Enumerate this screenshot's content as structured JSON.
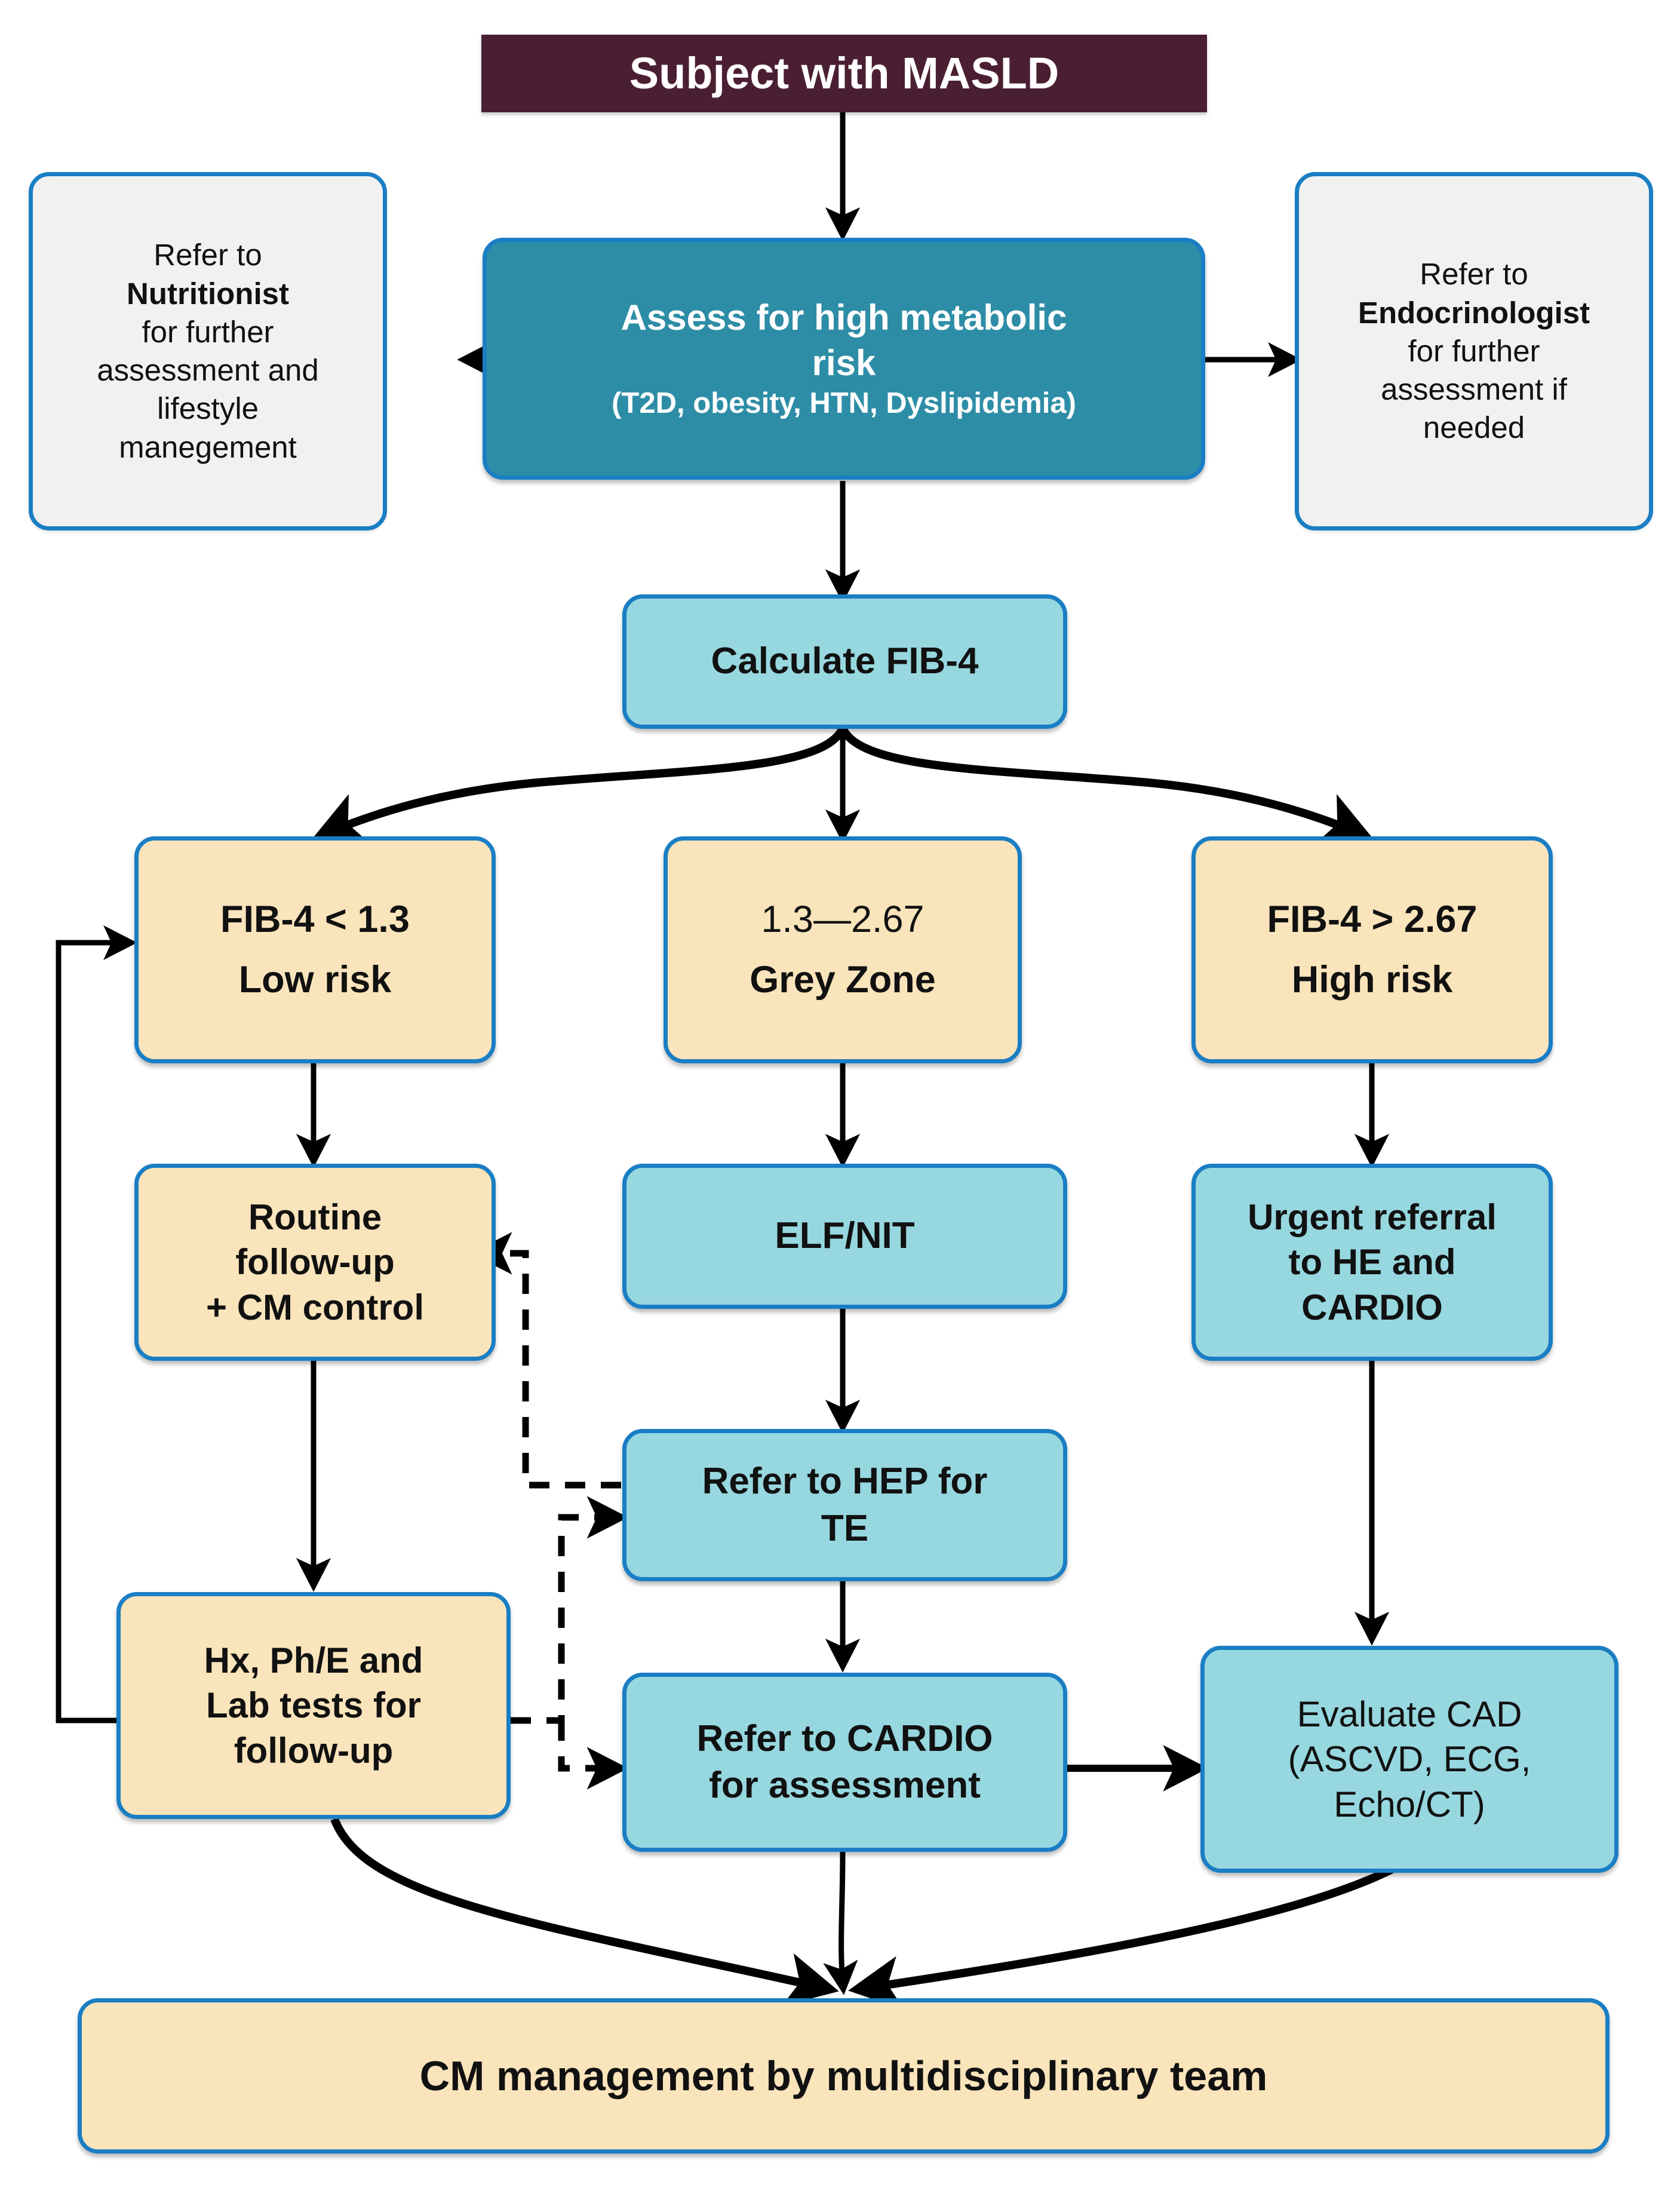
{
  "diagram": {
    "type": "clinical-pathway-flowchart",
    "colors": {
      "title_fill": "#4b1f33",
      "teal_dark_fill": "#2e8da6",
      "teal_light_fill": "#97d7df",
      "cream_fill": "#fae4bb",
      "plain_fill": "#f1f1f1",
      "border_blue": "#1a7ec4",
      "edge_black": "#000000",
      "text_dark": "#111111",
      "text_light": "#ffffff"
    },
    "nodes": {
      "title": {
        "label": "Subject with MASLD"
      },
      "nutritionist": {
        "line1": "Refer to",
        "line2": "Nutritionist",
        "line3": "for further",
        "line4": "assessment and",
        "line5": "lifestyle",
        "line6": "manegement"
      },
      "assess": {
        "line1": "Assess for high metabolic",
        "line2": "risk",
        "line3": "(T2D, obesity, HTN, Dyslipidemia)"
      },
      "endocrinologist": {
        "line1": "Refer to",
        "line2": "Endocrinologist",
        "line3": "for further",
        "line4": "assessment if",
        "line5": "needed"
      },
      "calculate_fib4": {
        "label": "Calculate FIB-4"
      },
      "fib4_low": {
        "line1": "FIB-4 < 1.3",
        "line2": "Low risk"
      },
      "fib4_grey": {
        "line1": "1.3—2.67",
        "line2": "Grey Zone"
      },
      "fib4_high": {
        "line1": "FIB-4 > 2.67",
        "line2": "High risk"
      },
      "routine_followup": {
        "line1": "Routine",
        "line2": "follow-up",
        "line3": "+ CM control"
      },
      "elf_nit": {
        "label": "ELF/NIT"
      },
      "urgent_referral": {
        "line1": "Urgent referral",
        "line2": "to HE and",
        "line3": "CARDIO"
      },
      "hx_lab": {
        "line1": "Hx, Ph/E and",
        "line2": "Lab tests for",
        "line3": "follow-up"
      },
      "refer_hep": {
        "line1": "Refer to HEP for",
        "line2": "TE"
      },
      "refer_cardio": {
        "line1": "Refer to CARDIO",
        "line2": "for assessment"
      },
      "evaluate_cad": {
        "line1": "Evaluate CAD",
        "line2": "(ASCVD, ECG,",
        "line3": "Echo/CT)"
      },
      "cm_management": {
        "label": "CM management by multidisciplinary team"
      }
    },
    "edges": [
      {
        "from": "title",
        "to": "assess",
        "style": "solid"
      },
      {
        "from": "assess",
        "to": "nutritionist",
        "style": "solid"
      },
      {
        "from": "assess",
        "to": "endocrinologist",
        "style": "solid"
      },
      {
        "from": "assess",
        "to": "calculate_fib4",
        "style": "solid"
      },
      {
        "from": "calculate_fib4",
        "to": "fib4_low",
        "style": "solid-curved"
      },
      {
        "from": "calculate_fib4",
        "to": "fib4_grey",
        "style": "solid"
      },
      {
        "from": "calculate_fib4",
        "to": "fib4_high",
        "style": "solid-curved"
      },
      {
        "from": "fib4_low",
        "to": "routine_followup",
        "style": "solid"
      },
      {
        "from": "fib4_grey",
        "to": "elf_nit",
        "style": "solid"
      },
      {
        "from": "fib4_high",
        "to": "urgent_referral",
        "style": "solid"
      },
      {
        "from": "routine_followup",
        "to": "hx_lab",
        "style": "solid"
      },
      {
        "from": "elf_nit",
        "to": "refer_hep",
        "style": "solid"
      },
      {
        "from": "urgent_referral",
        "to": "evaluate_cad",
        "style": "solid"
      },
      {
        "from": "refer_hep",
        "to": "refer_cardio",
        "style": "solid"
      },
      {
        "from": "hx_lab",
        "to": "fib4_low",
        "style": "solid-feedback"
      },
      {
        "from": "hx_lab",
        "to": "refer_hep",
        "style": "dashed"
      },
      {
        "from": "hx_lab",
        "to": "refer_cardio",
        "style": "dashed"
      },
      {
        "from": "refer_hep",
        "to": "routine_followup",
        "style": "dashed"
      },
      {
        "from": "refer_cardio",
        "to": "evaluate_cad",
        "style": "solid"
      },
      {
        "from": "hx_lab",
        "to": "cm_management",
        "style": "solid-curved"
      },
      {
        "from": "refer_cardio",
        "to": "cm_management",
        "style": "solid-curved"
      },
      {
        "from": "evaluate_cad",
        "to": "cm_management",
        "style": "solid-curved"
      }
    ]
  }
}
